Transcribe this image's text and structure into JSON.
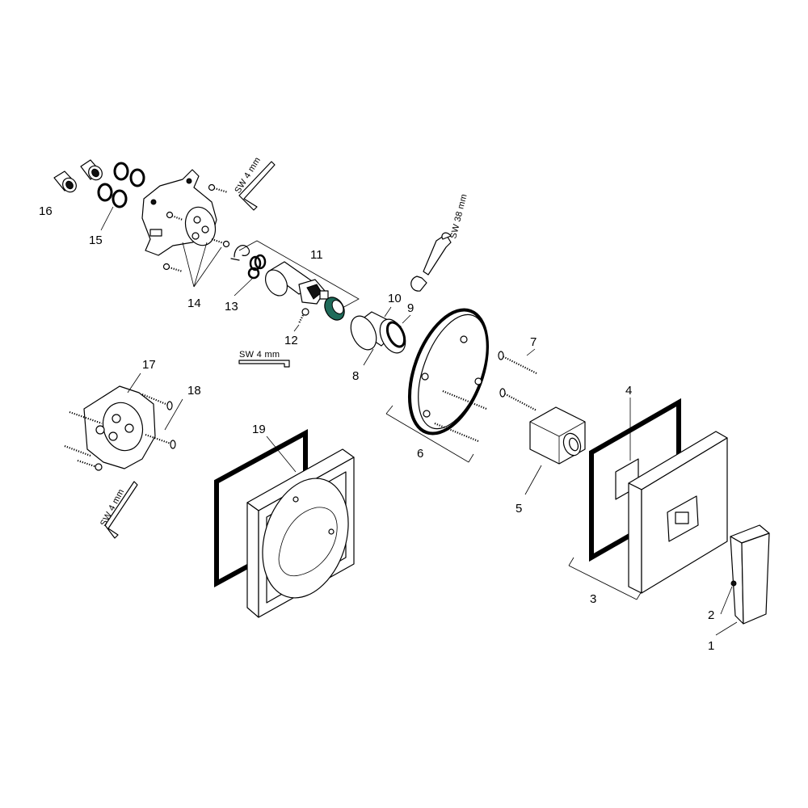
{
  "part_numbers": {
    "p1": "1",
    "p2": "2",
    "p3": "3",
    "p4": "4",
    "p5": "5",
    "p6": "6",
    "p7": "7",
    "p8": "8",
    "p9": "9",
    "p10": "10",
    "p11": "11",
    "p12": "12",
    "p13": "13",
    "p14": "14",
    "p15": "15",
    "p16": "16",
    "p17": "17",
    "p18": "18",
    "p19": "19"
  },
  "tool_labels": {
    "sw4_top": "SW 4 mm",
    "sw38": "SW 38 mm",
    "sw4_mid": "SW 4 mm",
    "sw4_left": "SW 4 mm"
  },
  "colors": {
    "line": "#000000",
    "background": "#ffffff",
    "highlight_ring": "#1f6b5a"
  }
}
